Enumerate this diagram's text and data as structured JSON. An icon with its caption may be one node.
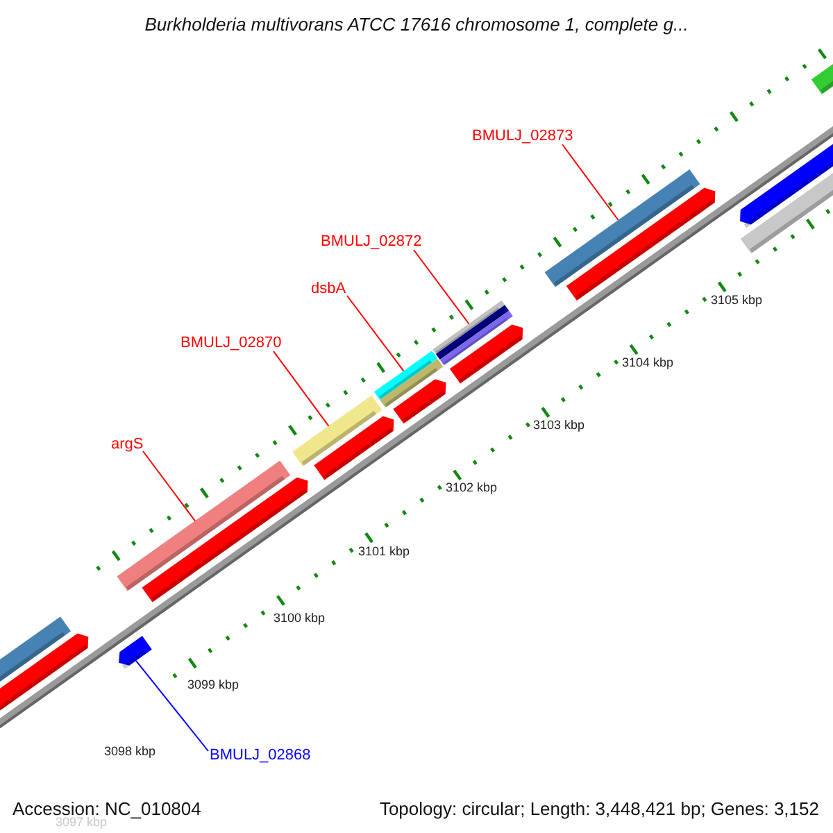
{
  "diagram": {
    "title": "Burkholderia multivorans ATCC 17616 chromosome 1, complete g...",
    "nodes": [
      {
        "text": [
          "BMULJ_02873"
        ]
      },
      {
        "text": [
          "BMULJ_02872"
        ]
      },
      {
        "text": [
          "dsbA"
        ]
      },
      {
        "text": [
          "BMULJ_02870"
        ]
      },
      {
        "text": [
          "argS"
        ]
      },
      {
        "text": [
          "BMULJ_02868"
        ]
      },
      {
        "text": [],
        "shape": "bar"
      },
      {
        "text": [],
        "shape": "bar"
      },
      {
        "text": [],
        "shape": "bar"
      },
      {
        "text": [],
        "shape": "bar"
      },
      {
        "text": [],
        "shape": "bar"
      },
      {
        "text": [],
        "shape": "bar"
      }
    ],
    "edges": [
      {
        "from": 0,
        "to": 11,
        "arrow": "none"
      },
      {
        "from": 1,
        "to": 10,
        "arrow": "none"
      },
      {
        "from": 2,
        "to": 9,
        "arrow": "none"
      },
      {
        "from": 3,
        "to": 8,
        "arrow": "none"
      },
      {
        "from": 4,
        "to": 7,
        "arrow": "none"
      },
      {
        "from": 5,
        "to": 6,
        "arrow": "none",
        "color": "#0000ff"
      }
    ],
    "labels": [
      "3105 kbp",
      "3104 kbp",
      "3103 kbp",
      "3102 kbp",
      "3101 kbp",
      "3100 kbp",
      "3099 kbp",
      "3098 kbp",
      "3097 kbp",
      "Accession: NC_010804",
      "Topology: circular; Length: 3,448,421 bp; Genes: 3,152"
    ]
  }
}
